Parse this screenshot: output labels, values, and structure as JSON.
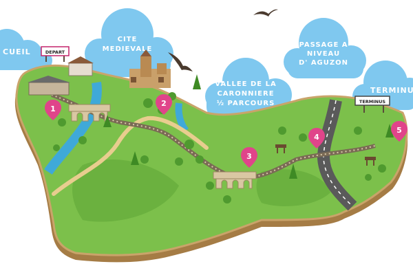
{
  "colors": {
    "sky_cloud": "#7fc8ef",
    "grass": "#7cc04b",
    "grass_dark": "#5a9e34",
    "ground_edge": "#c9a46a",
    "ground_side": "#a57c45",
    "water": "#3fa9d8",
    "marker": "#e0448a",
    "rail": "#7a6a55",
    "road": "#5a5a5a",
    "path": "#e8cd8f"
  },
  "clouds": {
    "accueil": "CUEIL",
    "cite": [
      "CITE",
      "MEDIEVALE"
    ],
    "vallee": [
      "VALLEE DE LA",
      "CARONNIERE",
      "½ PARCOURS"
    ],
    "passage": [
      "PASSAGE A",
      "NIVEAU",
      "D' AGUZON"
    ],
    "terminus": "TERMINU"
  },
  "signs": {
    "depart": "DEPART",
    "terminus": "TERMINUS"
  },
  "markers": [
    "1",
    "2",
    "3",
    "4",
    "5"
  ],
  "icons": [
    "bird-icon",
    "castle-icon",
    "train-station-icon",
    "tree-icon",
    "picnic-table-icon",
    "railway-bridge-icon",
    "map-marker-icon"
  ]
}
